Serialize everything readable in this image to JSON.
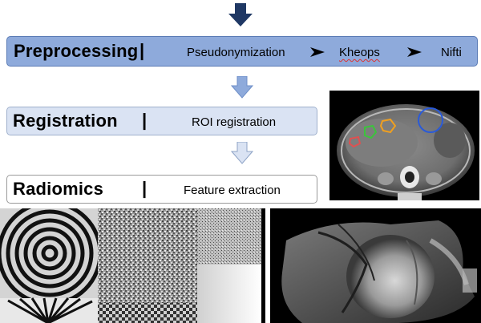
{
  "stages": [
    {
      "name": "Preprocessing",
      "separator": "|",
      "steps": [
        "Pseudonymization",
        "Kheops",
        "Nifti"
      ]
    },
    {
      "name": "Registration",
      "separator": "|",
      "steps": [
        "ROI registration"
      ]
    },
    {
      "name": "Radiomics",
      "separator": "|",
      "steps": [
        "Feature extraction"
      ]
    }
  ],
  "colors": {
    "preprocessing_fill": "#8eaadb",
    "registration_fill": "#dae3f3",
    "radiomics_fill": "#ffffff",
    "top_arrow": "#1f3864",
    "mid_arrow": "#8eaadb",
    "low_arrow": "#dae3f3",
    "roi_red": "#e05050",
    "roi_green": "#3cc43c",
    "roi_orange": "#f0a020",
    "roi_blue": "#2a5ad8"
  },
  "icons": [
    "down-arrow",
    "chevron-right-arrow",
    "ct-scan-image",
    "texture-phantom-image",
    "3d-volume-render-image"
  ]
}
